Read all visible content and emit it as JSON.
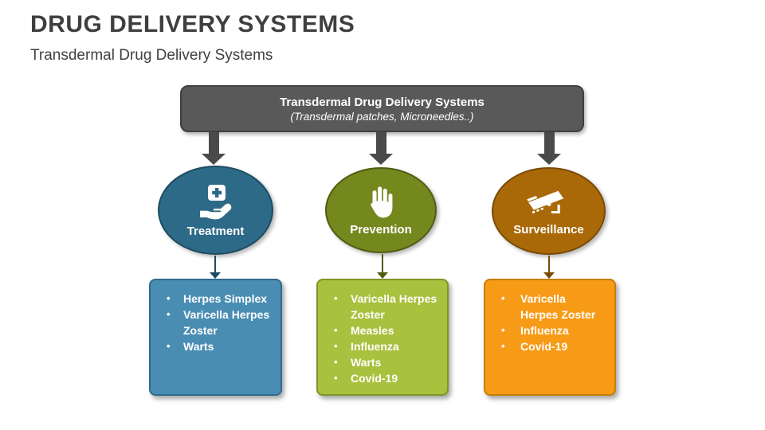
{
  "header": {
    "title": "DRUG DELIVERY SYSTEMS",
    "subtitle": "Transdermal Drug Delivery Systems"
  },
  "root": {
    "title": "Transdermal Drug Delivery Systems",
    "subtitle": "(Transdermal patches, Microneedles..)"
  },
  "branches": [
    {
      "label": "Treatment",
      "icon": "first-aid-hand-icon",
      "ellipse_color": "#2D6A87",
      "box_color": "#4A8DB3",
      "items": [
        "Herpes Simplex",
        "Varicella Herpes Zoster",
        "Warts"
      ]
    },
    {
      "label": "Prevention",
      "icon": "stop-hand-icon",
      "ellipse_color": "#75881E",
      "box_color": "#A9C13E",
      "items": [
        "Varicella Herpes Zoster",
        "Measles",
        "Influenza",
        "Warts",
        "Covid-19"
      ]
    },
    {
      "label": "Surveillance",
      "icon": "cctv-camera-icon",
      "ellipse_color": "#A96908",
      "box_color": "#F79B17",
      "items": [
        "Varicella Herpes Zoster",
        "Influenza",
        "Covid-19"
      ]
    }
  ],
  "colors": {
    "root_box": "#595959",
    "root_box_border": "#404040",
    "arrow": "#4A4A4A",
    "title_text": "#3F3F3F",
    "content_text": "#FFFFFF"
  }
}
